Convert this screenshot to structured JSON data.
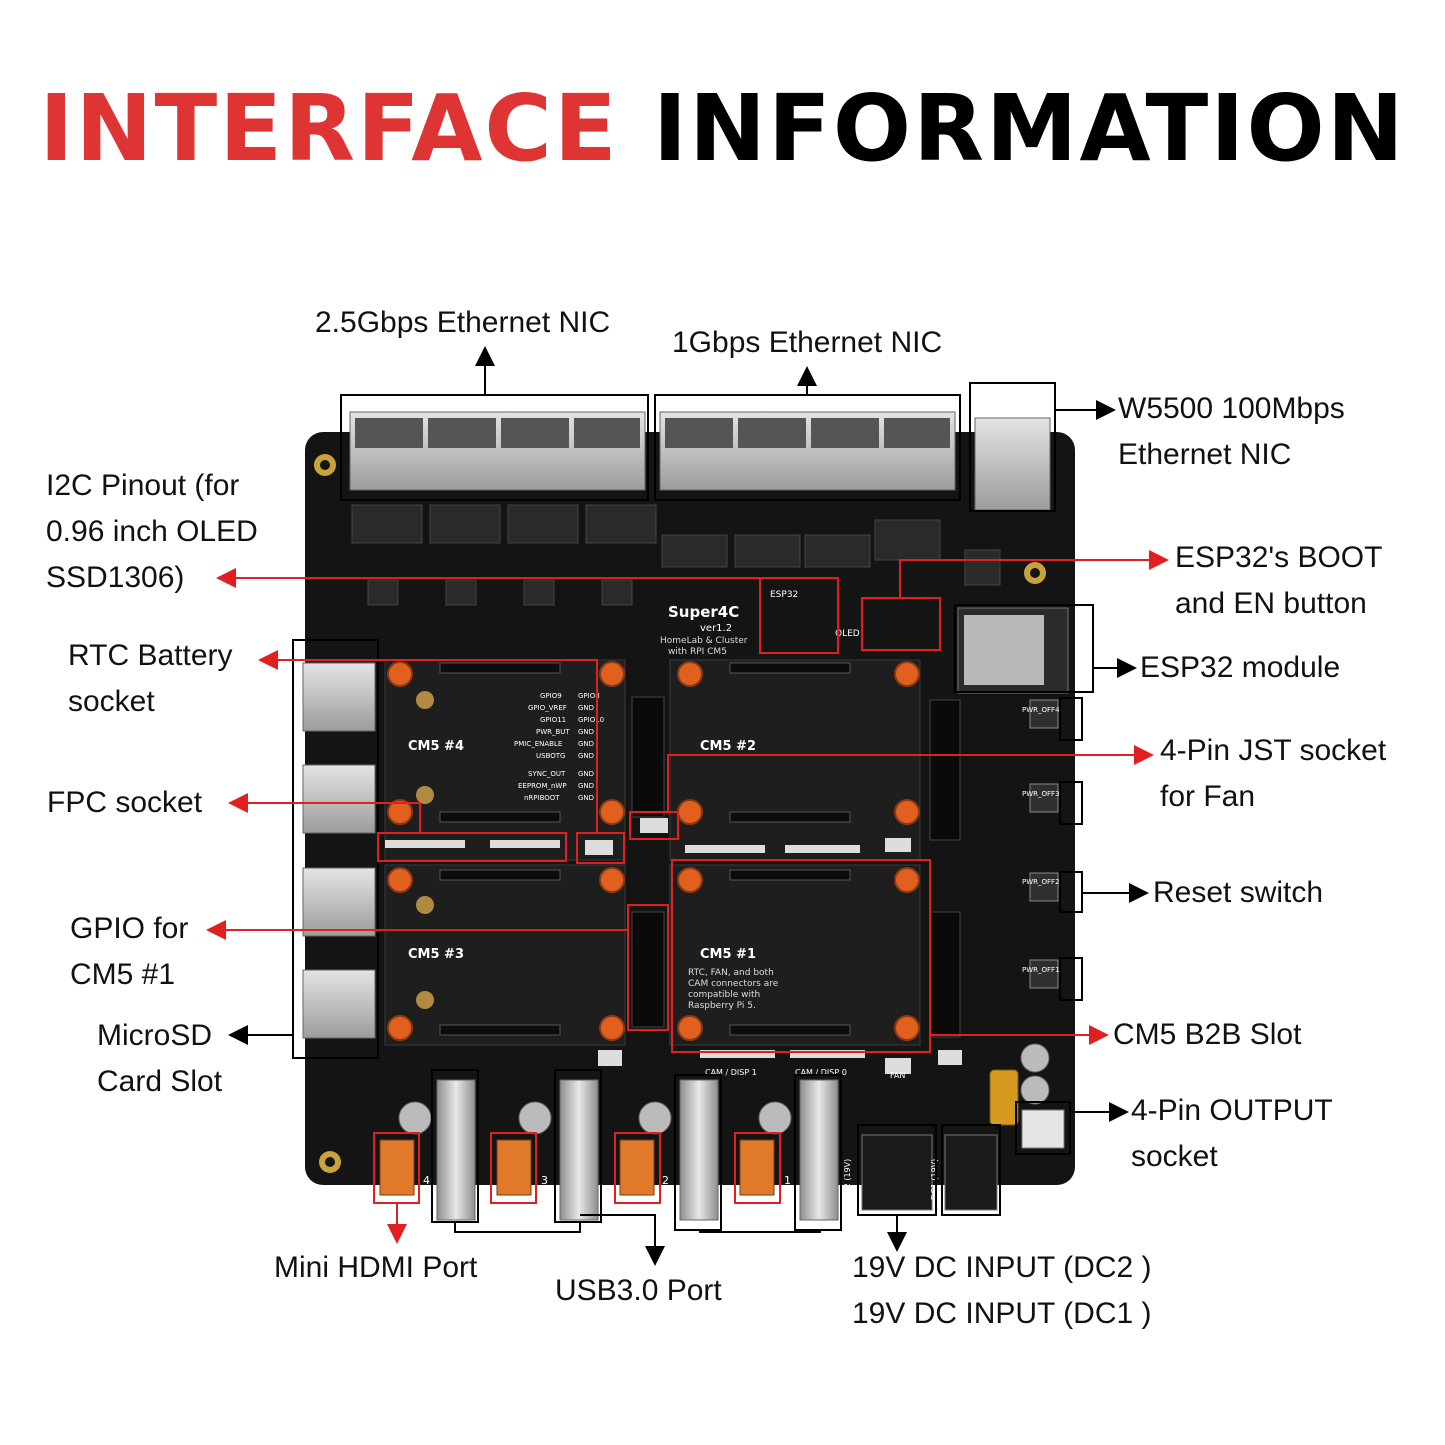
{
  "title": {
    "part1": "INTERFACE",
    "part2": "INFORMATION"
  },
  "colors": {
    "accent_red": "#df3434",
    "board": "#141414",
    "text": "#111111",
    "box_red": "#e02020"
  },
  "board_text": {
    "name": "Super4C",
    "version": "ver1.2",
    "tagline_1": "HomeLab & Cluster",
    "tagline_2": "with RPI CM5",
    "cm5_slots": [
      "CM5 #1",
      "CM5 #2",
      "CM5 #3",
      "CM5 #4"
    ],
    "esp32_label": "ESP32",
    "oled_label": "OLED",
    "cm5_1_note": [
      "RTC, FAN, and both",
      "CAM connectors are",
      "compatible with",
      "Raspberry Pi 5."
    ],
    "gpio_pins_left": [
      "GPIO9",
      "GPIO_VREF",
      "GPIO11",
      "PWR_BUT",
      "PMIC_ENABLE",
      "USBOTG",
      "SYNC_OUT",
      "EEPROM_nWP",
      "nRPIBOOT"
    ],
    "gpio_pins_right": [
      "GPIO8",
      "GND",
      "GPIO10",
      "GND",
      "GND",
      "GND",
      "GND",
      "GND",
      "GND"
    ],
    "pwr_off_labels": [
      "PWR_OFF4",
      "PWR_OFF3",
      "PWR_OFF2",
      "PWR_OFF1"
    ],
    "cam_labels": [
      "CAM / DISP 1",
      "CAM / DISP 0"
    ],
    "fan_label": "FAN",
    "dc_labels": [
      "DC2 (19V)",
      "DC1 (19V)"
    ],
    "port_numbers": [
      "4",
      "3",
      "2",
      "1"
    ]
  },
  "labels": {
    "eth25": "2.5Gbps Ethernet NIC",
    "eth1": "1Gbps Ethernet NIC",
    "w5500": [
      "W5500 100Mbps",
      "Ethernet NIC"
    ],
    "i2c": [
      "I2C Pinout (for",
      "0.96 inch OLED",
      "SSD1306)"
    ],
    "esp32_boot": [
      "ESP32's BOOT",
      "and EN button"
    ],
    "rtc": [
      "RTC Battery",
      "socket"
    ],
    "esp32_module": "ESP32 module",
    "jst": [
      "4-Pin JST socket",
      "for Fan"
    ],
    "fpc": "FPC socket",
    "reset": "Reset switch",
    "gpio": [
      "GPIO for",
      "CM5 #1"
    ],
    "microsd": [
      "MicroSD",
      "Card Slot"
    ],
    "b2b": "CM5 B2B Slot",
    "output": [
      "4-Pin OUTPUT",
      "socket"
    ],
    "hdmi": "Mini HDMI Port",
    "usb": "USB3.0 Port",
    "dc": [
      "19V DC INPUT (DC2 )",
      "19V DC INPUT (DC1 )"
    ]
  }
}
